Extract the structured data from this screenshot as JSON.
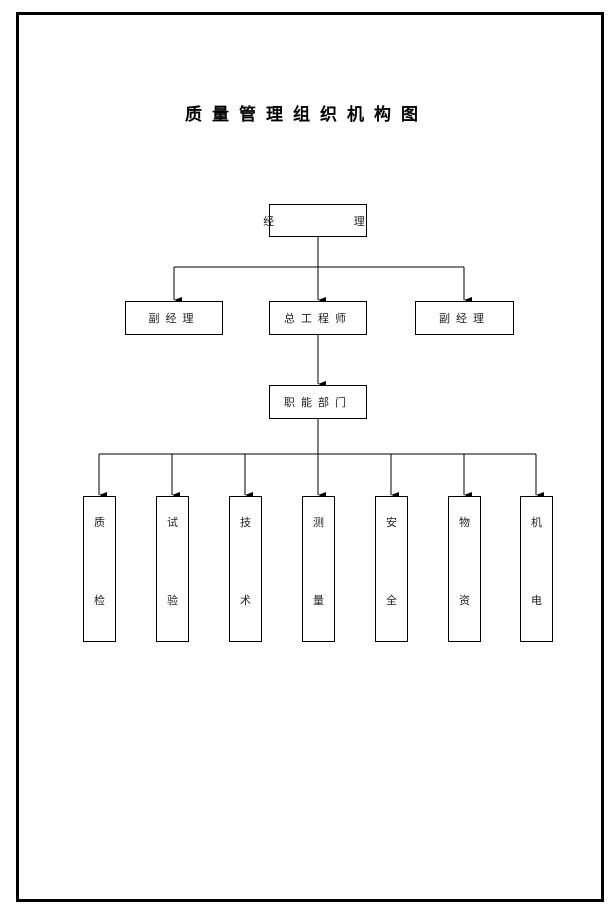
{
  "title": "质量管理组织机构图",
  "top": {
    "label": "经  理"
  },
  "level2": [
    {
      "label": "副经理"
    },
    {
      "label": "总工程师"
    },
    {
      "label": "副经理"
    }
  ],
  "level3": {
    "label": "职能部门"
  },
  "departments": [
    {
      "chars": [
        "质",
        "检"
      ]
    },
    {
      "chars": [
        "试",
        "验"
      ]
    },
    {
      "chars": [
        "技",
        "术"
      ]
    },
    {
      "chars": [
        "测",
        "量"
      ]
    },
    {
      "chars": [
        "安",
        "全"
      ]
    },
    {
      "chars": [
        "物",
        "资"
      ]
    },
    {
      "chars": [
        "机",
        "电"
      ]
    }
  ]
}
